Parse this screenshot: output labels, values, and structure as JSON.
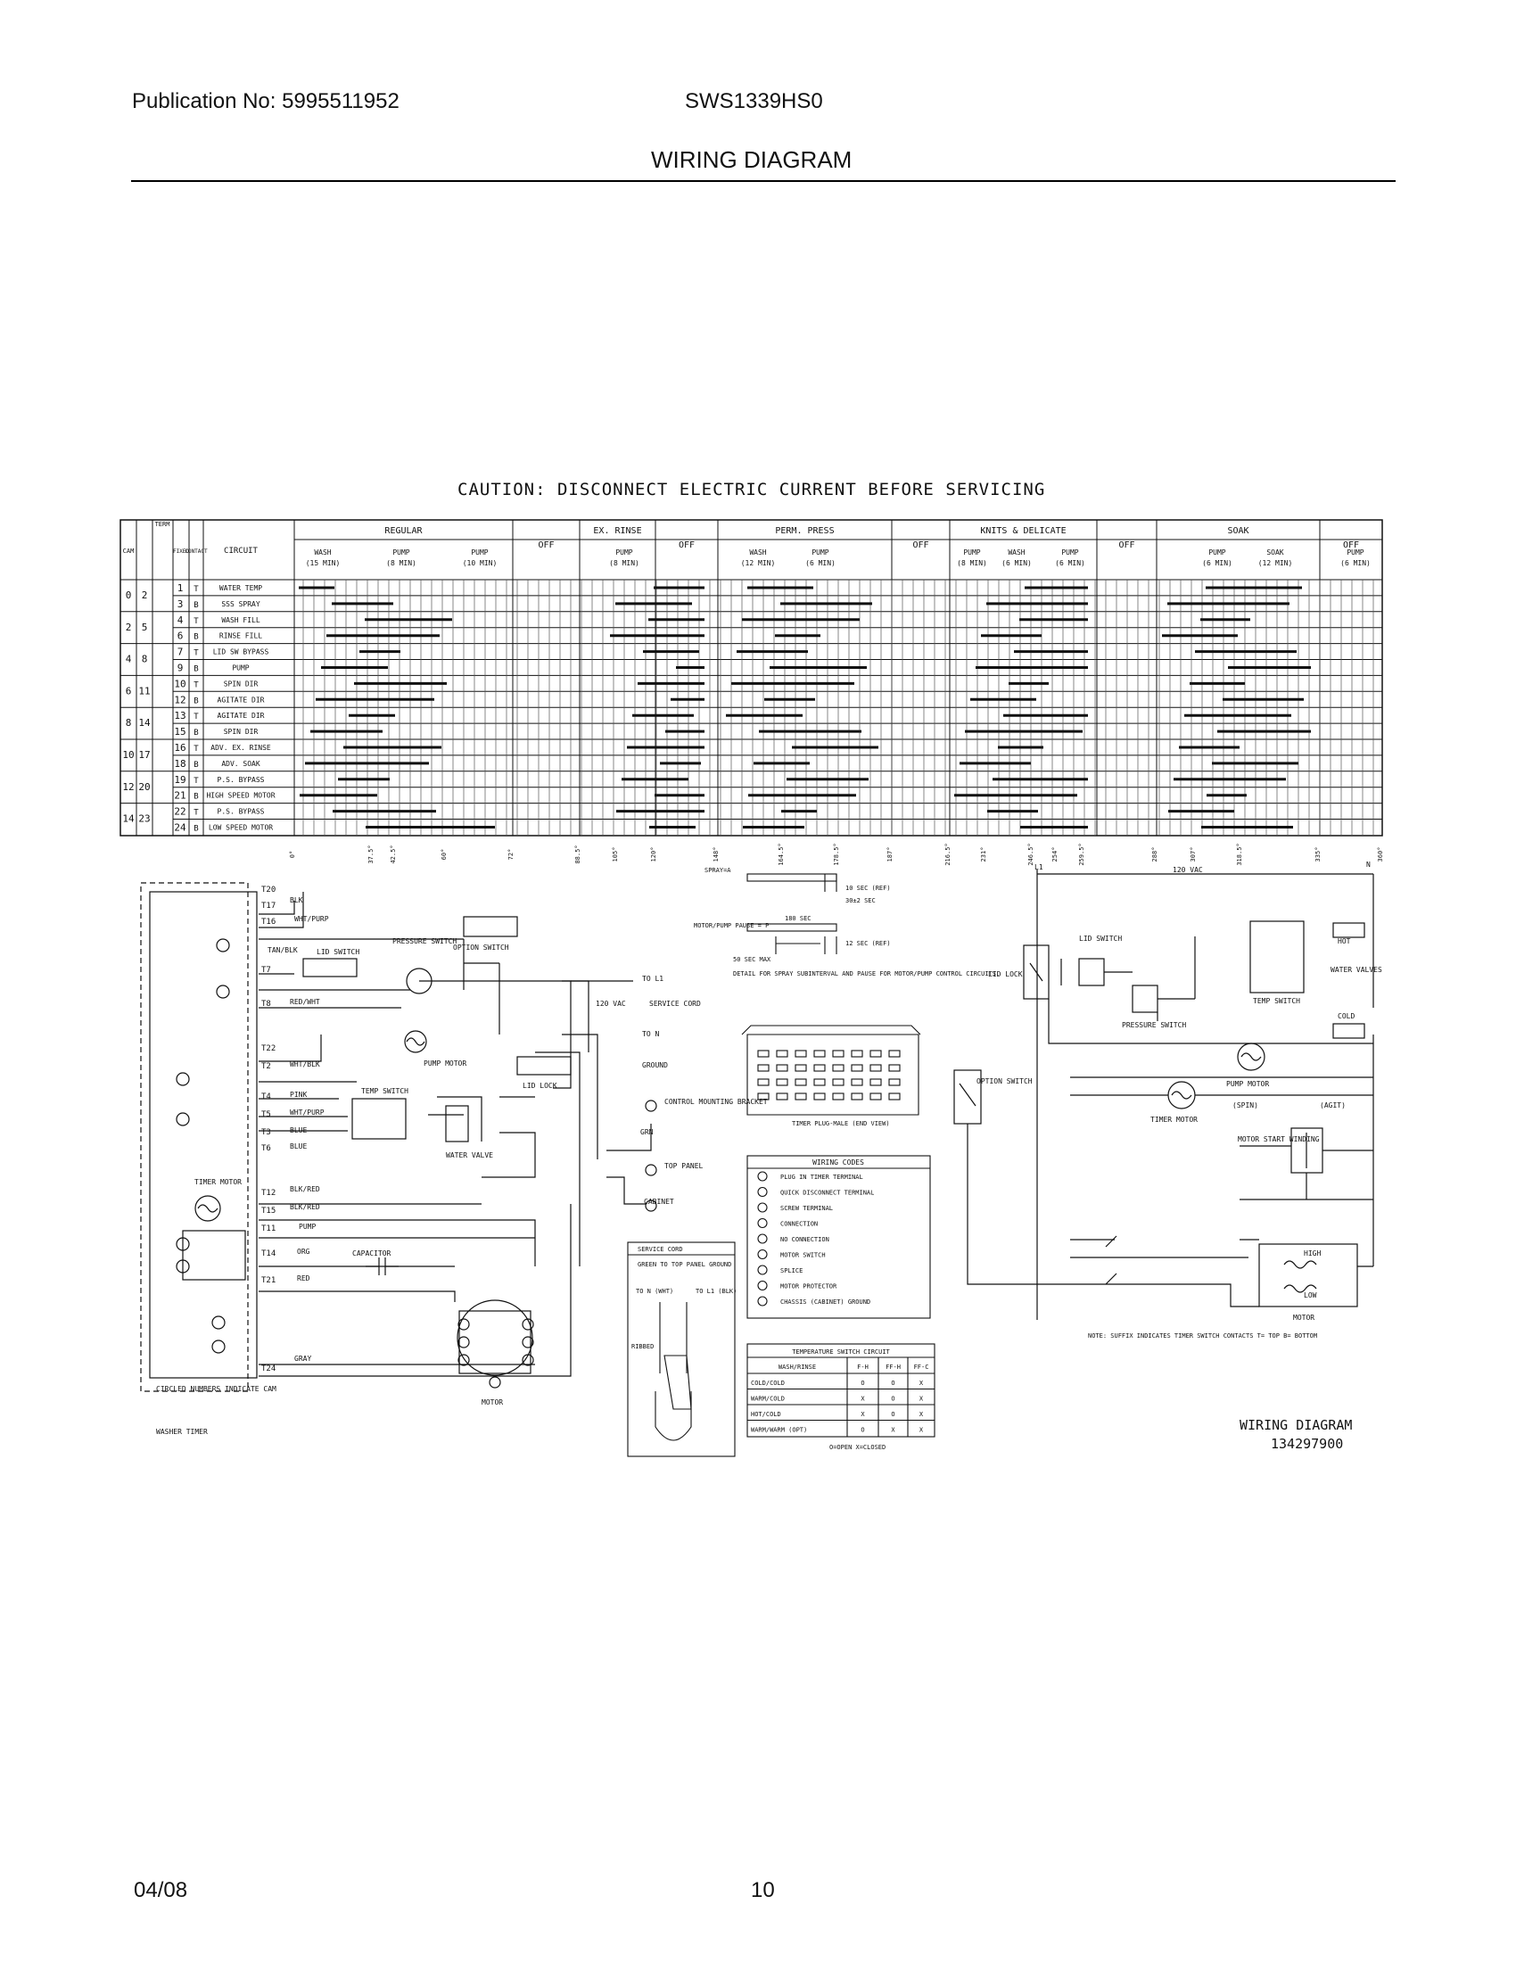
{
  "header": {
    "publication": "Publication No: 5995511952",
    "model": "SWS1339HS0",
    "title": "WIRING DIAGRAM"
  },
  "caution": "CAUTION: DISCONNECT ELECTRIC CURRENT BEFORE SERVICING",
  "timer_chart": {
    "col_headers": {
      "cam": "CAM",
      "term_active": "TERM",
      "term_fixed": "FIXED",
      "contact": "CONTACT",
      "circuit": "CIRCUIT"
    },
    "cycles": [
      "REGULAR",
      "OFF",
      "EX. RINSE",
      "OFF",
      "PERM. PRESS",
      "OFF",
      "KNITS & DELICATE",
      "OFF",
      "SOAK",
      "OFF"
    ],
    "sub_headers": [
      "WASH (15 MIN)",
      "PUMP (8 MIN)",
      "PUMP (10 MIN)",
      "PUMP (8 MIN)",
      "WASH (12 MIN)",
      "PUMP (6 MIN)",
      "PUMP (8 MIN)",
      "WASH (6 MIN)",
      "PUMP (6 MIN)",
      "PUMP (6 MIN)",
      "SOAK (12 MIN)",
      "PUMP (6 MIN)"
    ],
    "rows": [
      {
        "cam": "0",
        "term": "2",
        "num": "1",
        "contact": "T",
        "circuit": "WATER TEMP"
      },
      {
        "cam": "",
        "term": "",
        "num": "3",
        "contact": "B",
        "circuit": "SSS SPRAY"
      },
      {
        "cam": "2",
        "term": "5",
        "num": "4",
        "contact": "T",
        "circuit": "WASH FILL"
      },
      {
        "cam": "",
        "term": "",
        "num": "6",
        "contact": "B",
        "circuit": "RINSE FILL"
      },
      {
        "cam": "4",
        "term": "8",
        "num": "7",
        "contact": "T",
        "circuit": "LID SW BYPASS"
      },
      {
        "cam": "",
        "term": "",
        "num": "9",
        "contact": "B",
        "circuit": "PUMP"
      },
      {
        "cam": "6",
        "term": "11",
        "num": "10",
        "contact": "T",
        "circuit": "SPIN DIR"
      },
      {
        "cam": "",
        "term": "",
        "num": "12",
        "contact": "B",
        "circuit": "AGITATE DIR"
      },
      {
        "cam": "8",
        "term": "14",
        "num": "13",
        "contact": "T",
        "circuit": "AGITATE DIR"
      },
      {
        "cam": "",
        "term": "",
        "num": "15",
        "contact": "B",
        "circuit": "SPIN DIR"
      },
      {
        "cam": "10",
        "term": "17",
        "num": "16",
        "contact": "T",
        "circuit": "ADV. EX. RINSE"
      },
      {
        "cam": "",
        "term": "",
        "num": "18",
        "contact": "B",
        "circuit": "ADV. SOAK"
      },
      {
        "cam": "12",
        "term": "20",
        "num": "19",
        "contact": "T",
        "circuit": "P.S. BYPASS"
      },
      {
        "cam": "",
        "term": "",
        "num": "21",
        "contact": "B",
        "circuit": "HIGH SPEED MOTOR"
      },
      {
        "cam": "14",
        "term": "23",
        "num": "22",
        "contact": "T",
        "circuit": "P.S. BYPASS"
      },
      {
        "cam": "",
        "term": "",
        "num": "24",
        "contact": "B",
        "circuit": "LOW SPEED MOTOR"
      }
    ],
    "degree_marks": [
      "0°",
      "37.5°",
      "42.5°",
      "60°",
      "72°",
      "88.5°",
      "105°",
      "120°",
      "148°",
      "164.5°",
      "178.5°",
      "187°",
      "216.5°",
      "231°",
      "246.5°",
      "254°",
      "259.5°",
      "288°",
      "307°",
      "318.5°",
      "335°",
      "360°"
    ]
  },
  "labels": {
    "timer_terms": [
      "T20",
      "T17",
      "T16",
      "T7",
      "T8",
      "T22",
      "T2",
      "T4",
      "T5",
      "T3",
      "T6",
      "T12",
      "T15",
      "T11",
      "T14",
      "T21",
      "T24"
    ],
    "wire_colors": [
      "BLK",
      "WHT/PURP",
      "TAN/BLK",
      "RED/WHT",
      "WHT/BLK",
      "PINK",
      "WHT/PURP",
      "BLUE",
      "BLUE",
      "BLK/RED",
      "BLK/RED",
      "PUMP",
      "ORG",
      "RED",
      "GRAY"
    ],
    "components": [
      "LID SWITCH",
      "PRESSURE SWITCH",
      "OPTION SWITCH",
      "PUMP MOTOR",
      "LID LOCK",
      "TEMP SWITCH",
      "WATER VALVE",
      "TIMER MOTOR",
      "CAPACITOR",
      "MOTOR",
      "WASHER TIMER",
      "CIRCLED NUMBERS INDICATE CAM"
    ],
    "service": [
      "TO L1",
      "120 VAC",
      "SERVICE CORD",
      "TO N",
      "GROUND",
      "CONTROL MOUNTING BRACKET",
      "GRN",
      "TOP PANEL",
      "CABINET"
    ],
    "spray_detail": [
      "SPRAY=A",
      "10 SEC (REF)",
      "30±2 SEC",
      "MOTOR/PUMP PAUSE = P",
      "180 SEC",
      "12 SEC (REF)",
      "50 SEC MAX",
      "DETAIL FOR SPRAY SUBINTERVAL AND PAUSE FOR MOTOR/PUMP CONTROL CIRCUITS."
    ],
    "plug": "TIMER PLUG-MALE (END VIEW)",
    "service_cord": [
      "SERVICE CORD",
      "GREEN TO TOP PANEL GROUND",
      "TO N (WHT)",
      "TO L1 (BLK)",
      "RIBBED"
    ],
    "ladder": [
      "120 VAC",
      "L1",
      "N",
      "LID LOCK",
      "LID SWITCH",
      "PRESSURE SWITCH",
      "OPTION SWITCH",
      "TEMP SWITCH",
      "HOT",
      "WATER VALVES",
      "COLD",
      "PUMP MOTOR",
      "TIMER MOTOR",
      "(SPIN)",
      "(AGIT)",
      "MOTOR START WINDING",
      "HIGH",
      "LOW",
      "MOTOR"
    ],
    "note": "NOTE: SUFFIX INDICATES TIMER SWITCH CONTACTS T= TOP B= BOTTOM",
    "diagram_title": "WIRING DIAGRAM",
    "diagram_number": "134297900"
  },
  "wiring_codes": {
    "title": "WIRING CODES",
    "items": [
      "PLUG IN TIMER TERMINAL",
      "QUICK DISCONNECT TERMINAL",
      "SCREW TERMINAL",
      "CONNECTION",
      "NO CONNECTION",
      "MOTOR SWITCH",
      "SPLICE",
      "MOTOR PROTECTOR",
      "CHASSIS (CABINET) GROUND"
    ]
  },
  "temp_table": {
    "title": "TEMPERATURE SWITCH CIRCUIT",
    "headers": [
      "WASH/RINSE",
      "F-H",
      "FF-H",
      "FF-C"
    ],
    "rows": [
      [
        "COLD/COLD",
        "O",
        "O",
        "X"
      ],
      [
        "WARM/COLD",
        "X",
        "O",
        "X"
      ],
      [
        "HOT/COLD",
        "X",
        "O",
        "X"
      ],
      [
        "WARM/WARM (OPT)",
        "O",
        "X",
        "X"
      ]
    ],
    "legend": "O=OPEN    X=CLOSED"
  },
  "footer": {
    "date": "04/08",
    "page": "10"
  }
}
